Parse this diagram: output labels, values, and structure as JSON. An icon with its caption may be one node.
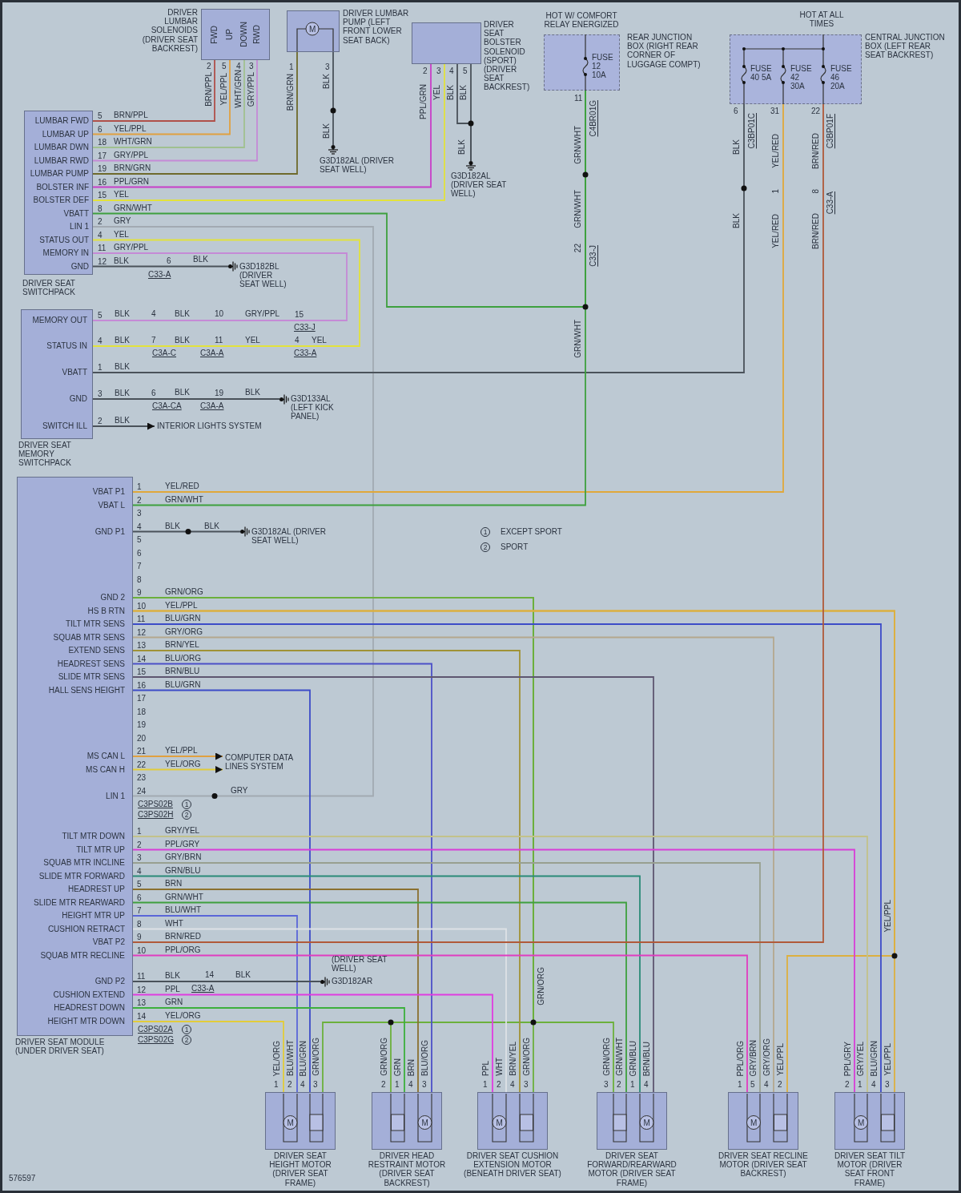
{
  "diagram": {
    "nodes": [
      {
        "text": [
          "DRIVER LUMBAR SOLENOIDS (DRIVER SEAT BACKREST)",
          "FWD",
          "UP",
          "DOWN",
          "RWD"
        ],
        "beside": [
          "2",
          "5",
          "4",
          "3"
        ]
      },
      {
        "text": [
          "M",
          "DRIVER LUMBAR PUMP (LEFT FRONT LOWER SEAT BACK)"
        ],
        "beside": [
          "1",
          "3"
        ]
      },
      {
        "text": [
          "DRIVER SEAT BOLSTER SOLENOID (SPORT) (DRIVER SEAT BACKREST)"
        ],
        "beside": [
          "2",
          "3",
          "4",
          "5"
        ]
      },
      {
        "text": [
          "HOT W/ COMFORT RELAY ENERGIZED",
          "FUSE 12 10A",
          "REAR JUNCTION BOX (RIGHT REAR CORNER OF LUGGAGE COMPT)"
        ],
        "beside": [
          "11"
        ]
      },
      {
        "text": [
          "HOT AT ALL TIMES",
          "FUSE 40 5A",
          "FUSE 42 30A",
          "FUSE 46 20A",
          "CENTRAL JUNCTION BOX (LEFT REAR SEAT BACKREST)"
        ],
        "beside": [
          "6",
          "31",
          "22"
        ]
      },
      {
        "text": [
          "LUMBAR FWD",
          "LUMBAR UP",
          "LUMBAR DWN",
          "LUMBAR RWD",
          "LUMBAR PUMP",
          "BOLSTER INF",
          "BOLSTER DEF",
          "VBATT",
          "LIN 1",
          "STATUS OUT",
          "MEMORY IN",
          "GND",
          "DRIVER SEAT SWITCHPACK"
        ],
        "beside": [
          "5",
          "6",
          "18",
          "17",
          "19",
          "16",
          "15",
          "8",
          "2",
          "4",
          "11",
          "12"
        ]
      },
      {
        "text": [
          "MEMORY OUT",
          "STATUS IN",
          "VBATT",
          "GND",
          "SWITCH ILL",
          "DRIVER SEAT MEMORY SWITCHPACK"
        ],
        "beside": [
          "5",
          "4",
          "1",
          "3",
          "2"
        ]
      },
      {
        "text": [
          "VBAT P1",
          "VBAT L",
          "GND P1",
          "GND 2",
          "HS B RTN",
          "TILT MTR SENS",
          "SQUAB MTR SENS",
          "EXTEND SENS",
          "HEADREST SENS",
          "SLIDE MTR SENS",
          "HALL SENS HEIGHT",
          "MS CAN L",
          "MS CAN H",
          "LIN 1",
          "TILT MTR DOWN",
          "TILT MTR UP",
          "SQUAB MTR INCLINE",
          "SLIDE MTR FORWARD",
          "HEADREST UP",
          "SLIDE MTR REARWARD",
          "HEIGHT MTR UP",
          "CUSHION RETRACT",
          "VBAT P2",
          "SQUAB MTR RECLINE",
          "GND P2",
          "CUSHION EXTEND",
          "HEADREST DOWN",
          "HEIGHT MTR DOWN",
          "DRIVER SEAT MODULE (UNDER DRIVER SEAT)"
        ],
        "beside": [
          "1",
          "2",
          "3",
          "4",
          "5",
          "6",
          "7",
          "8",
          "9",
          "10",
          "11",
          "12",
          "13",
          "14",
          "15",
          "16",
          "17",
          "18",
          "19",
          "20",
          "21",
          "22",
          "23",
          "24",
          "1",
          "2",
          "3",
          "4",
          "5",
          "6",
          "7",
          "8",
          "9",
          "10",
          "11",
          "12",
          "13",
          "14"
        ]
      },
      {
        "text": [
          "M",
          "DRIVER SEAT HEIGHT MOTOR (DRIVER SEAT FRAME)"
        ],
        "beside": [
          "1",
          "2",
          "4",
          "3"
        ]
      },
      {
        "text": [
          "M",
          "DRIVER HEAD RESTRAINT MOTOR (DRIVER SEAT BACKREST)"
        ],
        "beside": [
          "2",
          "1",
          "4",
          "3"
        ]
      },
      {
        "text": [
          "M",
          "DRIVER SEAT CUSHION EXTENSION MOTOR (BENEATH DRIVER SEAT)"
        ],
        "beside": [
          "1",
          "2",
          "4",
          "3"
        ]
      },
      {
        "text": [
          "M",
          "DRIVER SEAT FORWARD/REARWARD MOTOR (DRIVER SEAT FRAME)"
        ],
        "beside": [
          "3",
          "2",
          "1",
          "4"
        ]
      },
      {
        "text": [
          "M",
          "DRIVER SEAT RECLINE MOTOR (DRIVER SEAT BACKREST)"
        ],
        "beside": [
          "1",
          "5",
          "4",
          "2"
        ]
      },
      {
        "text": [
          "M",
          "DRIVER SEAT TILT MOTOR (DRIVER SEAT FRONT FRAME)"
        ],
        "beside": [
          "2",
          "1",
          "4",
          "3"
        ]
      },
      {
        "text": [
          "G3D182AL (DRIVER SEAT WELL)"
        ]
      },
      {
        "text": [
          "G3D182AL (DRIVER SEAT WELL)"
        ]
      },
      {
        "text": [
          "G3D182BL (DRIVER SEAT WELL)"
        ]
      },
      {
        "text": [
          "G3D133AL (LEFT KICK PANEL)"
        ]
      },
      {
        "text": [
          "G3D182AL (DRIVER SEAT WELL)"
        ]
      },
      {
        "text": [
          "(DRIVER SEAT WELL)",
          "G3D182AR"
        ]
      },
      {
        "text": [
          "INTERIOR LIGHTS SYSTEM"
        ]
      },
      {
        "text": [
          "COMPUTER DATA LINES SYSTEM"
        ]
      }
    ],
    "edges": [
      {
        "from": 5,
        "to": 0,
        "arrow": "none",
        "label": "BRN/PPL",
        "color": "#b0504a"
      },
      {
        "from": 5,
        "to": 0,
        "arrow": "none",
        "label": "YEL/PPL",
        "color": "#e0a040"
      },
      {
        "from": 5,
        "to": 0,
        "arrow": "none",
        "label": "WHT/GRN",
        "color": "#a0c090"
      },
      {
        "from": 5,
        "to": 0,
        "arrow": "none",
        "label": "GRY/PPL",
        "color": "#c58ad6"
      },
      {
        "from": 5,
        "to": 1,
        "arrow": "none",
        "label": "BRN/GRN",
        "color": "#6e6a2c"
      },
      {
        "from": 5,
        "to": 2,
        "arrow": "none",
        "label": "PPL/GRN",
        "color": "#c83ec8"
      },
      {
        "from": 5,
        "to": 2,
        "arrow": "none",
        "label": "YEL",
        "color": "#e2e23c"
      },
      {
        "from": 5,
        "to": 3,
        "arrow": "none",
        "label": "GRN/WHT",
        "color": "#3ea03e"
      },
      {
        "from": 5,
        "to": 7,
        "arrow": "none",
        "label": "GRY",
        "color": "#a2aab2"
      },
      {
        "from": 5,
        "to": 6,
        "arrow": "none",
        "label": "YEL",
        "color": "#e2e23c"
      },
      {
        "from": 5,
        "to": 6,
        "arrow": "none",
        "label": "GRY/PPL",
        "color": "#c58ad6"
      },
      {
        "from": 5,
        "to": 16,
        "arrow": "none",
        "label": "BLK",
        "color": "#4a525a"
      },
      {
        "from": 6,
        "to": 4,
        "arrow": "none",
        "label": "BLK",
        "color": "#4a525a"
      },
      {
        "from": 6,
        "to": 17,
        "arrow": "none",
        "label": "BLK",
        "color": "#4a525a"
      },
      {
        "from": 6,
        "to": 20,
        "arrow": "to",
        "label": "BLK",
        "color": "#4a525a"
      },
      {
        "from": 7,
        "to": 4,
        "arrow": "none",
        "label": "YEL/RED",
        "color": "#e0a83a"
      },
      {
        "from": 7,
        "to": 3,
        "arrow": "none",
        "label": "GRN/WHT",
        "color": "#3ea03e"
      },
      {
        "from": 7,
        "to": 18,
        "arrow": "none",
        "label": "BLK",
        "color": "#4a525a"
      },
      {
        "from": 7,
        "to": 10,
        "arrow": "none",
        "label": "GRN/ORG",
        "color": "#6cb03c"
      },
      {
        "from": 7,
        "to": 11,
        "arrow": "none",
        "color": "#6cb03c"
      },
      {
        "from": 7,
        "to": 9,
        "arrow": "none",
        "color": "#6cb03c"
      },
      {
        "from": 7,
        "to": 8,
        "arrow": "none",
        "color": "#6cb03c"
      },
      {
        "from": 7,
        "to": 12,
        "arrow": "none",
        "label": "YEL/PPL",
        "color": "#dcb040"
      },
      {
        "from": 7,
        "to": 13,
        "arrow": "none",
        "color": "#dcb040"
      },
      {
        "from": 7,
        "to": 13,
        "arrow": "none",
        "label": "BLU/GRN",
        "color": "#3c4cc8"
      },
      {
        "from": 7,
        "to": 12,
        "arrow": "none",
        "label": "GRY/ORG",
        "color": "#b4a88e"
      },
      {
        "from": 7,
        "to": 10,
        "arrow": "none",
        "label": "BRN/YEL",
        "color": "#a09236"
      },
      {
        "from": 7,
        "to": 9,
        "arrow": "none",
        "label": "BLU/ORG",
        "color": "#4c50c8"
      },
      {
        "from": 7,
        "to": 11,
        "arrow": "none",
        "label": "BRN/BLU",
        "color": "#5e5670"
      },
      {
        "from": 7,
        "to": 8,
        "arrow": "none",
        "label": "BLU/GRN",
        "color": "#3c4cc8"
      },
      {
        "from": 7,
        "to": 21,
        "arrow": "to",
        "label": "YEL/PPL",
        "color": "#e0a040"
      },
      {
        "from": 7,
        "to": 21,
        "arrow": "to",
        "label": "YEL/ORG",
        "color": "#e2cc3a"
      },
      {
        "from": 7,
        "to": 13,
        "arrow": "none",
        "label": "GRY/YEL",
        "color": "#c2c28a"
      },
      {
        "from": 7,
        "to": 13,
        "arrow": "none",
        "label": "PPL/GRY",
        "color": "#d83ed8"
      },
      {
        "from": 7,
        "to": 12,
        "arrow": "none",
        "label": "GRY/BRN",
        "color": "#98a090"
      },
      {
        "from": 7,
        "to": 11,
        "arrow": "none",
        "label": "GRN/BLU",
        "color": "#2a8a78"
      },
      {
        "from": 7,
        "to": 9,
        "arrow": "none",
        "label": "BRN",
        "color": "#8a7030"
      },
      {
        "from": 7,
        "to": 11,
        "arrow": "none",
        "label": "GRN/WHT",
        "color": "#3ea03e"
      },
      {
        "from": 7,
        "to": 8,
        "arrow": "none",
        "label": "BLU/WHT",
        "color": "#5a66d8"
      },
      {
        "from": 7,
        "to": 10,
        "arrow": "none",
        "label": "WHT",
        "color": "#dde2e6"
      },
      {
        "from": 7,
        "to": 4,
        "arrow": "none",
        "label": "BRN/RED",
        "color": "#b05a3a"
      },
      {
        "from": 7,
        "to": 12,
        "arrow": "none",
        "label": "PPL/ORG",
        "color": "#e03cc0"
      },
      {
        "from": 7,
        "to": 19,
        "arrow": "none",
        "label": "BLK",
        "color": "#4a525a"
      },
      {
        "from": 7,
        "to": 10,
        "arrow": "none",
        "label": "PPL",
        "color": "#e03ce0"
      },
      {
        "from": 7,
        "to": 9,
        "arrow": "none",
        "label": "GRN",
        "color": "#3cb03c"
      },
      {
        "from": 7,
        "to": 8,
        "arrow": "none",
        "label": "YEL/ORG",
        "color": "#e2cc3a"
      },
      {
        "from": 1,
        "to": 14,
        "arrow": "none",
        "label": "BLK",
        "color": "#4a525a"
      },
      {
        "from": 2,
        "to": 15,
        "arrow": "none",
        "label": "BLK",
        "color": "#4a525a"
      },
      {
        "from": 2,
        "to": 15,
        "arrow": "none",
        "label": "BLK",
        "color": "#4a525a"
      }
    ],
    "labels": [
      "BRN/PPL",
      "YEL/PPL",
      "WHT/GRN",
      "GRY/PPL",
      "BRN/GRN",
      "BLK",
      "PPL/GRN",
      "YEL",
      "BLK",
      "GRN/WHT",
      "C4BR01G",
      "GRN/WHT",
      "22",
      "C33-J",
      "GRN/WHT",
      "BLK",
      "C3BP01C",
      "BLK",
      "YEL/RED",
      "1",
      "YEL/RED",
      "BRN/RED",
      "C3BP01F",
      "8",
      "C33-A",
      "BRN/RED",
      "6",
      "BLK",
      "C33-A",
      "BLK",
      "4",
      "BLK",
      "10",
      "GRY/PPL",
      "15",
      "C33-J",
      "BLK",
      "7",
      "BLK",
      "11",
      "YEL",
      "4",
      "YEL",
      "C3A-C",
      "C3A-A",
      "C33-A",
      "6",
      "BLK",
      "19",
      "BLK",
      "C3A-CA",
      "C3A-A",
      "BLK",
      "GRY",
      "C3PS02B",
      "1",
      "C3PS02H",
      "2",
      "1",
      "EXCEPT SPORT",
      "2",
      "SPORT",
      "14",
      "BLK",
      "C33-A",
      "C3PS02A",
      "1",
      "C3PS02G",
      "2",
      "GRN/ORG",
      "YEL/PPL",
      "YEL/ORG",
      "BLU/WHT",
      "BLU/GRN",
      "GRN/ORG",
      "GRN/ORG",
      "GRN",
      "BRN",
      "BLU/ORG",
      "PPL",
      "WHT",
      "BRN/YEL",
      "GRN/ORG",
      "GRN/ORG",
      "GRN/WHT",
      "GRN/BLU",
      "BRN/BLU",
      "PPL/ORG",
      "GRY/BRN",
      "GRY/ORG",
      "YEL/PPL",
      "PPL/GRY",
      "GRY/YEL",
      "BLU/GRN",
      "YEL/PPL",
      "576597"
    ]
  }
}
